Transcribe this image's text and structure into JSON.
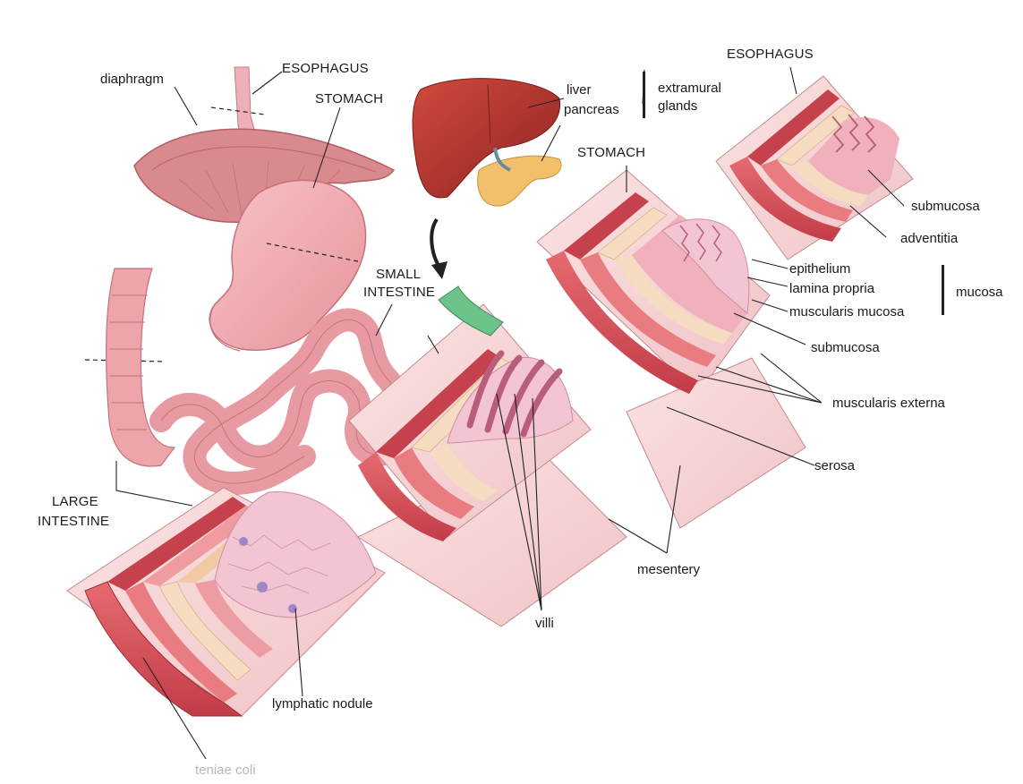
{
  "labels": {
    "diaphragm": "diaphragm",
    "esophagus_left": "ESOPHAGUS",
    "stomach_left": "STOMACH",
    "liver": "liver",
    "pancreas": "pancreas",
    "extramural": "extramural",
    "glands": "glands",
    "esophagus_right": "ESOPHAGUS",
    "stomach_mid": "STOMACH",
    "small": "SMALL",
    "intestine_small": "INTESTINE",
    "large": "LARGE",
    "intestine_large": "INTESTINE",
    "submucosa_top": "submucosa",
    "adventitia": "adventitia",
    "epithelium": "epithelium",
    "lamina_propria": "lamina propria",
    "muscularis_mucosa": "muscularis mucosa",
    "mucosa": "mucosa",
    "submucosa": "submucosa",
    "muscularis_externa": "muscularis externa",
    "serosa": "serosa",
    "mesentery": "mesentery",
    "villi": "villi",
    "lymphatic_nodule": "lymphatic nodule",
    "teniae_coli": "teniae coli"
  },
  "colors": {
    "muscle": "#d9545c",
    "muscle_light": "#ef9a9a",
    "submucosa": "#f6dcc0",
    "mucosa": "#f2b8c4",
    "serosa": "#f7d9d9",
    "liver": "#b8322c",
    "pancreas": "#f1c46a",
    "bile": "#6cc48a",
    "stomach": "#f0a7ae",
    "intestine": "#ec9aa2"
  }
}
